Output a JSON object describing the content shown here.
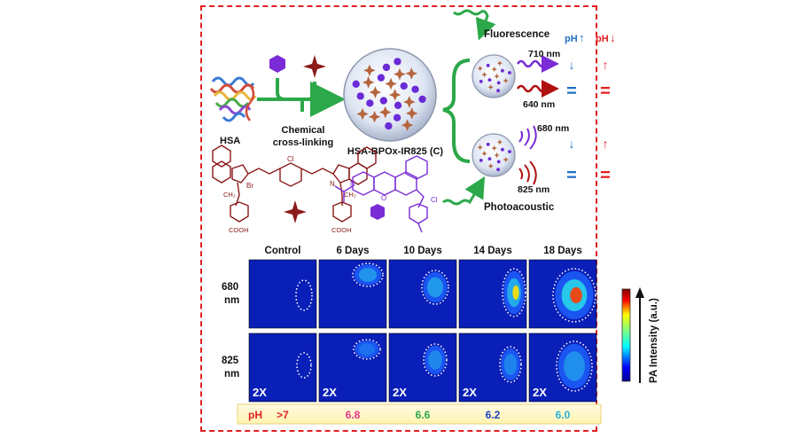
{
  "schematic": {
    "hsa_label": "HSA",
    "crosslink_line1": "Chemical",
    "crosslink_line2": "cross-linking",
    "nanoparticle_label": "HSA-BPOx-IR825 (C)",
    "fluorescence_label": "Fluorescence",
    "photoacoustic_label": "Photoacoustic",
    "ph_up_label": "pH",
    "ph_down_label": "pH",
    "wl_710": "710 nm",
    "wl_640": "640 nm",
    "wl_680": "680 nm",
    "wl_825": "825 nm",
    "ir825_br": "Br",
    "ir825_cooh_left": "COOH",
    "ir825_cooh_right": "COOH",
    "ir825_cl": "Cl",
    "ir825_n": "N",
    "ir825_ch2_left": "CH₂",
    "ir825_ch2_right": "CH₂",
    "bpox_n": "N",
    "bpox_o": "O",
    "bpox_cl": "Cl",
    "symbol_down": "↓",
    "symbol_up": "↑",
    "symbol_equal": "="
  },
  "colors": {
    "frame": "#e02020",
    "green_arrow": "#2ca84a",
    "purple": "#7a2bd6",
    "darkred": "#8b1a1a",
    "blue": "#1f6fc4",
    "red": "#e02020"
  },
  "imaging": {
    "columns": [
      "Control",
      "6 Days",
      "10 Days",
      "14 Days",
      "18 Days"
    ],
    "rows": [
      {
        "line1": "680",
        "line2": "nm"
      },
      {
        "line1": "825",
        "line2": "nm"
      }
    ],
    "magnification": "2X",
    "colorbar_label": "PA Intensity (a.u.)",
    "ph_label": "pH",
    "ph_values": [
      ">7",
      "6.8",
      "6.6",
      "6.2",
      "6.0"
    ],
    "ph_colors": [
      "#e02020",
      "#e0338a",
      "#2ca84a",
      "#1f3fc4",
      "#27b3d8"
    ]
  }
}
